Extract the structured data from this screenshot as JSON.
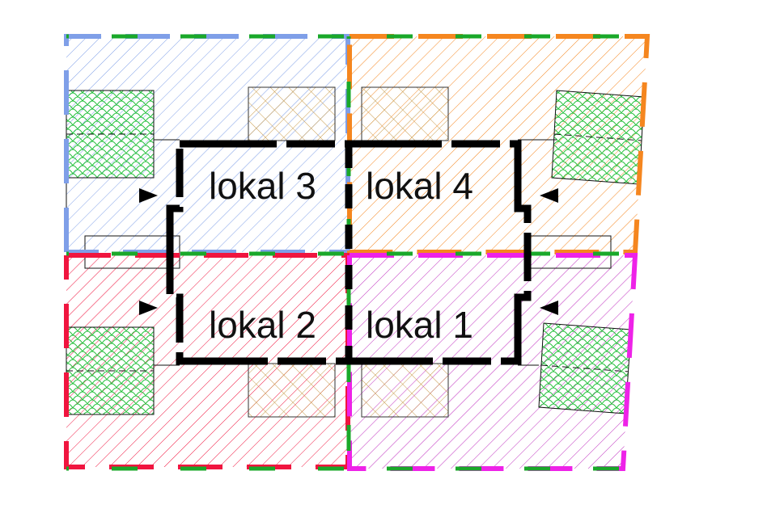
{
  "units": [
    {
      "label": "lokal 3",
      "color": "#7f9fe8"
    },
    {
      "label": "lokal 4",
      "color": "#f5861f"
    },
    {
      "label": "lokal 2",
      "color": "#f0153f"
    },
    {
      "label": "lokal 1",
      "color": "#ee22e8"
    }
  ],
  "colors": {
    "wall": "#000000",
    "garden": "#22c03a",
    "parking": "#c89a4a",
    "divider": "#1aa82a"
  }
}
